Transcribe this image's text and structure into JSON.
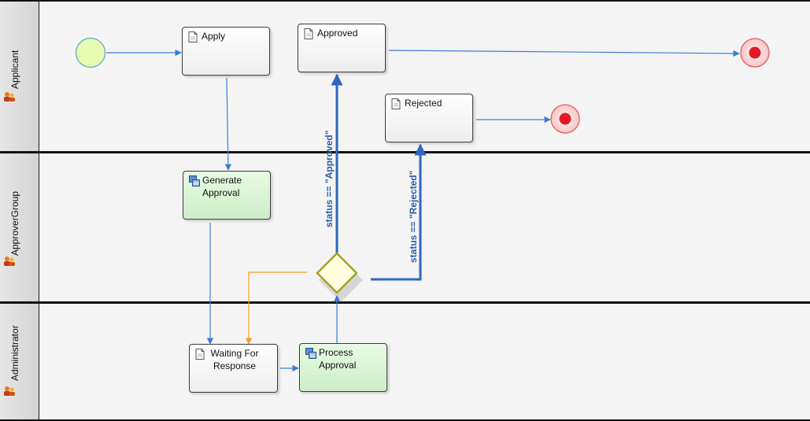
{
  "lanes": [
    {
      "label": "Applicant"
    },
    {
      "label": "ApproverGroup"
    },
    {
      "label": "Administrator"
    }
  ],
  "tasks": {
    "apply": "Apply",
    "approved": "Approved",
    "rejected": "Rejected",
    "generate_approval": "Generate Approval",
    "waiting_for_response": "Waiting For Response",
    "process_approval": "Process Approval"
  },
  "conditions": {
    "approved": "status == \"Approved\"",
    "rejected": "status == \"Rejected\""
  },
  "colors": {
    "flow": "#3d7bd6",
    "conditional_flow": "#2d67c3",
    "loop_flow": "#f0a020",
    "start_fill": "#e8fbb0",
    "end_fill": "#e11a2a",
    "gateway_fill": "#ffffe0",
    "gateway_stroke": "#a3a322"
  }
}
